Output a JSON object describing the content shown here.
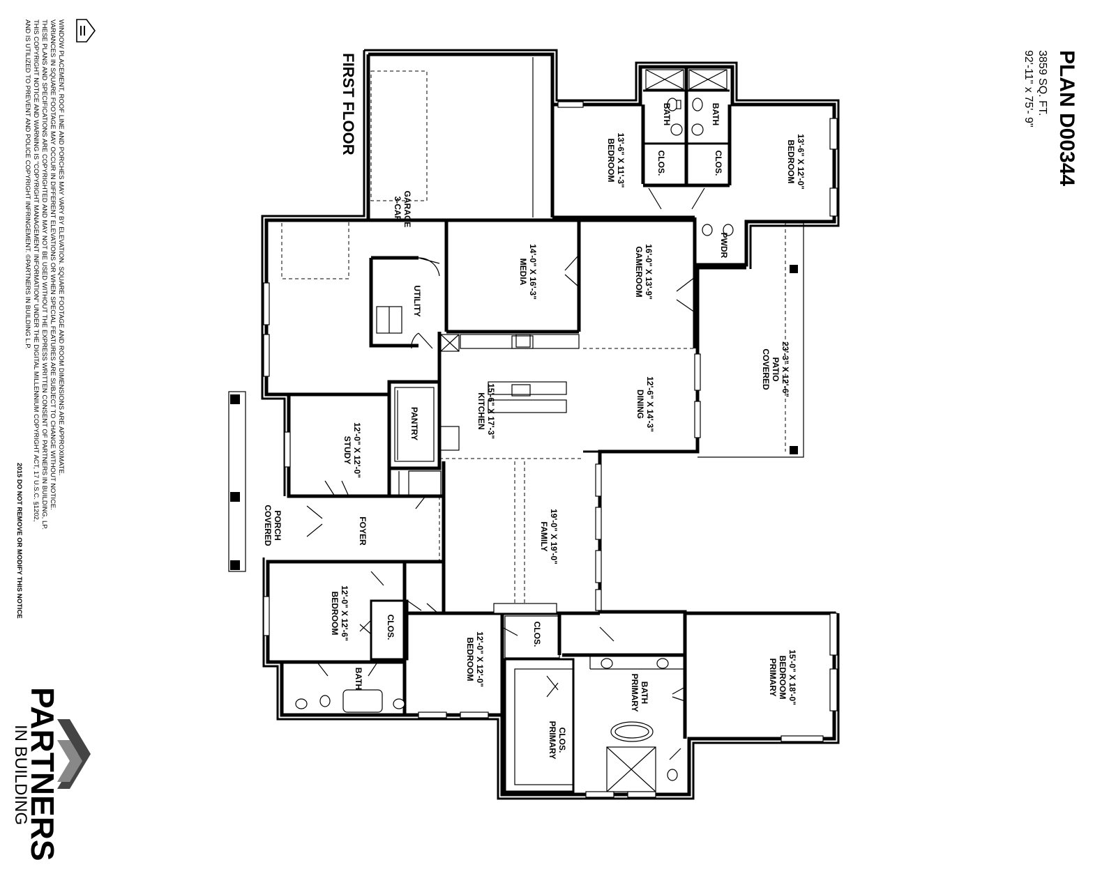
{
  "plan": {
    "title": "PLAN D00344",
    "sqft": "3859 SQ. FT.",
    "dimensions": "92'-11\" x 75'- 9\""
  },
  "floor_label": "FIRST FLOOR",
  "rooms": {
    "garage": {
      "name1": "3-CAR",
      "name2": "GARAGE"
    },
    "utility": {
      "name": "UTILITY"
    },
    "media": {
      "name": "MEDIA",
      "size": "14'-0\" X 16'-3\""
    },
    "gameroom": {
      "name": "GAMEROOM",
      "size": "16'-0\" X 13'-9\""
    },
    "bedroom_ul": {
      "name": "BEDROOM",
      "size": "13'-6\" X 11'-3\""
    },
    "bath_ul": {
      "name": "BATH"
    },
    "clos_ul": {
      "name": "CLOS."
    },
    "bath_ur": {
      "name": "BATH"
    },
    "clos_ur": {
      "name": "CLOS."
    },
    "bedroom_ur": {
      "name": "BEDROOM",
      "size": "13'-6\" X 12'-0\""
    },
    "pwdr": {
      "name": "PWDR"
    },
    "patio": {
      "name1": "COVERED",
      "name2": "PATIO",
      "size": "23'-3\" X 12'-6\""
    },
    "dining": {
      "name": "DINING",
      "size": "12'-6\" X 14'-3\""
    },
    "kitchen": {
      "name": "KITCHEN",
      "size": "15'-6\" X 17'-3\""
    },
    "pantry": {
      "name": "PANTRY"
    },
    "study": {
      "name": "STUDY",
      "size": "12'-0\" X 12'-0\""
    },
    "porch": {
      "name1": "COVERED",
      "name2": "PORCH"
    },
    "foyer": {
      "name": "FOYER"
    },
    "family": {
      "name": "FAMILY",
      "size": "19'-0\" X 19'-0\""
    },
    "bedroom_ll": {
      "name": "BEDROOM",
      "size": "12'-0\" X 12'-6\""
    },
    "clos_ll": {
      "name": "CLOS."
    },
    "bath_ll": {
      "name": "BATH"
    },
    "bedroom_lm": {
      "name": "BEDROOM",
      "size": "12'-0\" X 12'-0\""
    },
    "clos_lm": {
      "name": "CLOS."
    },
    "primary_clos": {
      "name1": "PRIMARY",
      "name2": "CLOS."
    },
    "primary_bath": {
      "name1": "PRIMARY",
      "name2": "BATH"
    },
    "primary_bedroom": {
      "name1": "PRIMARY",
      "name2": "BEDROOM",
      "size": "15'-0\" X 18'-0\""
    }
  },
  "notice": {
    "lines": [
      "WINDOW PLACEMENT, ROOF LINE AND PORCHES MAY VARY BY ELEVATION. SQUARE FOOTAGE AND ROOM DIMENSIONS ARE APPROXIMATE.",
      "VARIANCES IN SQUARE FOOTAGE MAY OCCUR IN DIFFERENT ELEVATIONS OR WHEN SPECIAL FEATURES ARE SUBJECT TO CHANGE WITHOUT NOTICE.",
      "THESE PLANS AND SPECIFICATIONS ARE COPYRIGHTED AND MAY NOT BE USED WITHOUT THE EXPRESS WRITTEN CONSENT OF PARTNERS IN BUILDING, LP.",
      "THIS COPYRIGHT NOTICE AND WARNING IS \"COPYRIGHT MANAGEMENT INFORMATION\" UNDER THE DIGITAL MILLENNIUM COPYRIGHT ACT, 17 U.S.C.   §1202,",
      "AND IS UTILIZED TO PREVENT AND POLICE COPYRIGHT INFRINGEMENT.  ©PARTNERS IN BUILDING L.P."
    ],
    "year_warning": "2015   DO NOT REMOVE OR MODIFY THIS NOTICE"
  },
  "logo": {
    "name": "PARTNERS",
    "tagline": "IN BUILDING"
  },
  "icons": [
    "equal-housing-icon",
    "partners-chevron-icon"
  ]
}
